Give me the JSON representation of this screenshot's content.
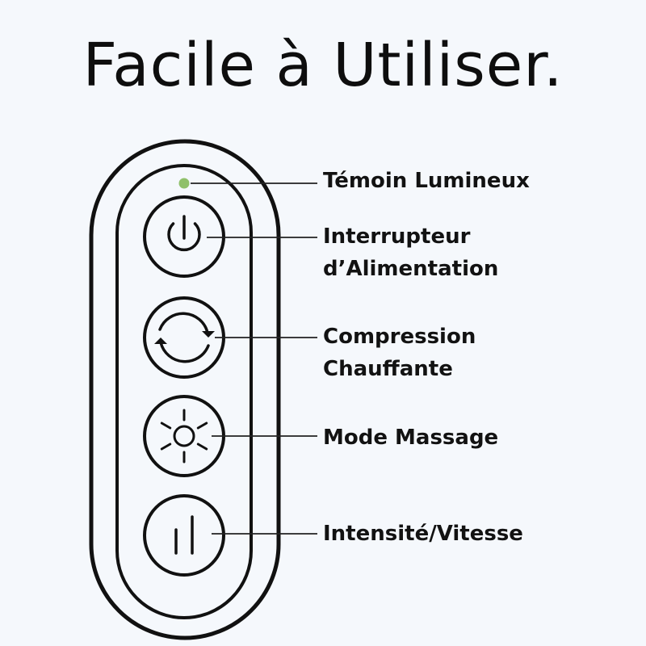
{
  "title": "Facile à Utiliser.",
  "colors": {
    "background": "#f5f8fc",
    "outline": "#111111",
    "indicator": "#8fc06a"
  },
  "labels": {
    "indicator": [
      "Témoin Lumineux"
    ],
    "power": [
      "Interrupteur",
      "d’Alimentation"
    ],
    "compression": [
      "Compression",
      "Chauffante"
    ],
    "massage": [
      "Mode Massage"
    ],
    "intensity": [
      "Intensité/Vitesse"
    ]
  },
  "icons": {
    "indicator": "indicator-light",
    "power": "power-icon",
    "compression": "cycle-arrows-icon",
    "massage": "sun-icon",
    "intensity": "pause-bars-icon"
  }
}
